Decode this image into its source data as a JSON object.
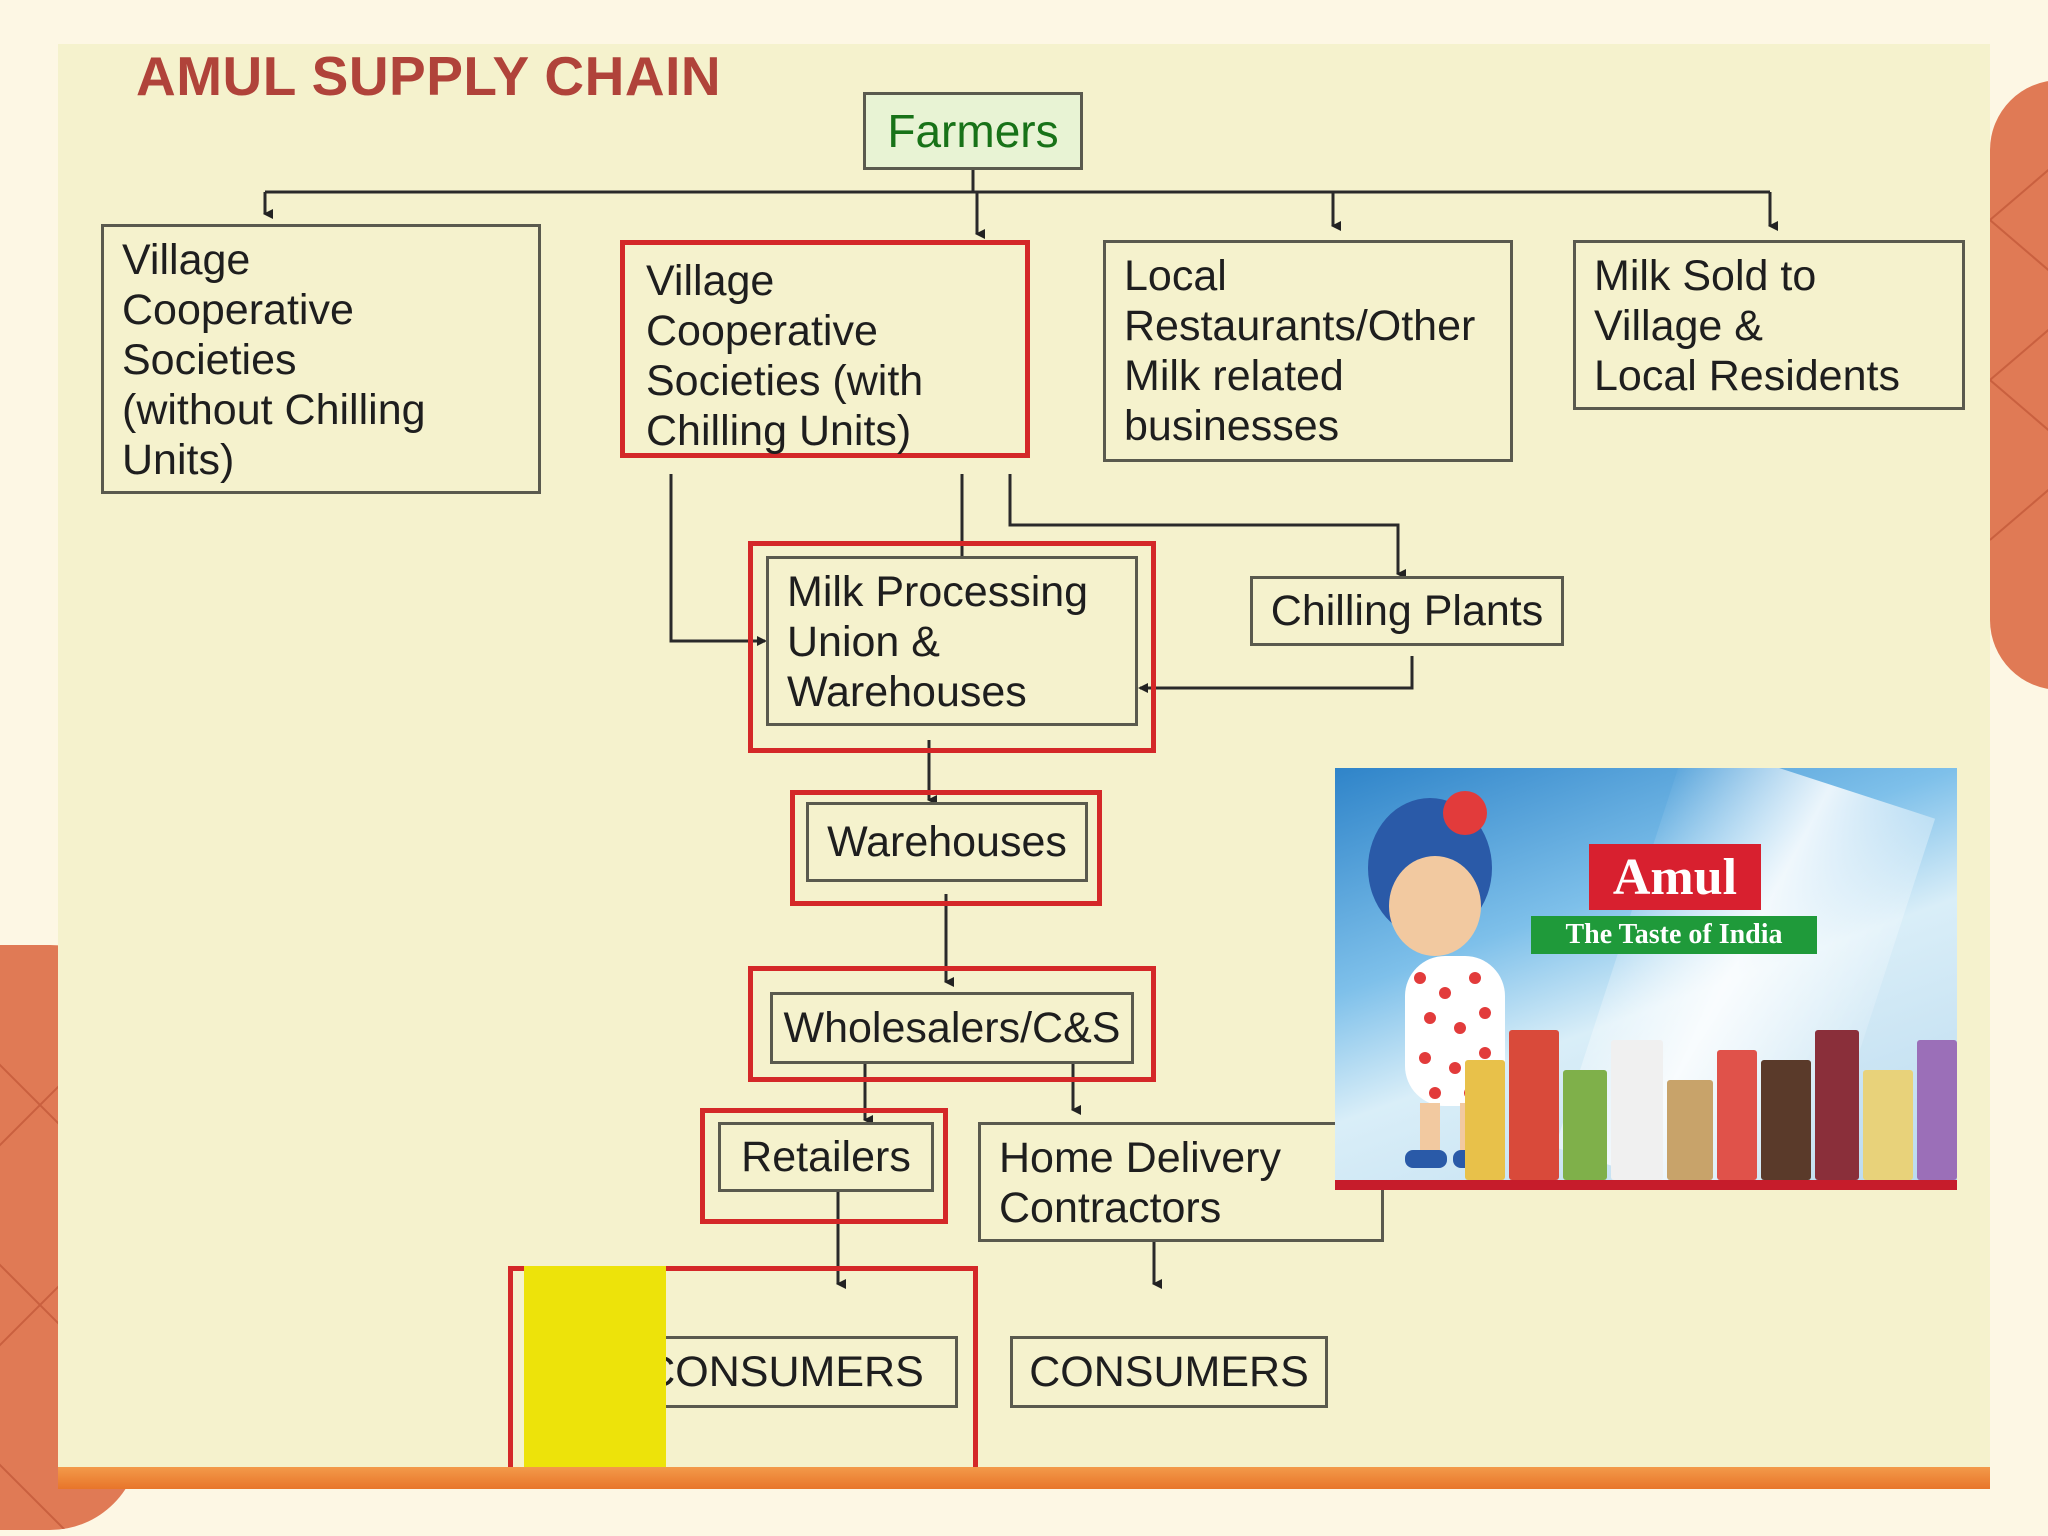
{
  "title": "AMUL SUPPLY CHAIN",
  "nodes": {
    "farmers": "Farmers",
    "vcs_no_chill": "Village\nCooperative\nSocieties\n(without Chilling\nUnits)",
    "vcs_chill": "Village\nCooperative\nSocieties (with\nChilling Units)",
    "local_rest": "Local\nRestaurants/Other\nMilk related\nbusinesses",
    "milk_sold": "Milk Sold to\nVillage &\nLocal Residents",
    "mpu": "Milk Processing\nUnion &\nWarehouses",
    "chilling_plants": "Chilling Plants",
    "warehouses": "Warehouses",
    "wholesalers": "Wholesalers/C&S",
    "retailers": "Retailers",
    "home_delivery": "Home Delivery\nContractors",
    "consumers1": "CONSUMERS",
    "consumers2": "CONSUMERS"
  },
  "colors": {
    "highlight": "#d42828",
    "title": "#b0433a",
    "farmers_text": "#187218",
    "slide_bg": "#f5f2cd",
    "page_bg": "#fdf7e4",
    "accent_blob": "#e07a55",
    "yellow_patch": "#ede30a"
  },
  "photo": {
    "brand": "Amul",
    "tagline": "The Taste of India"
  }
}
